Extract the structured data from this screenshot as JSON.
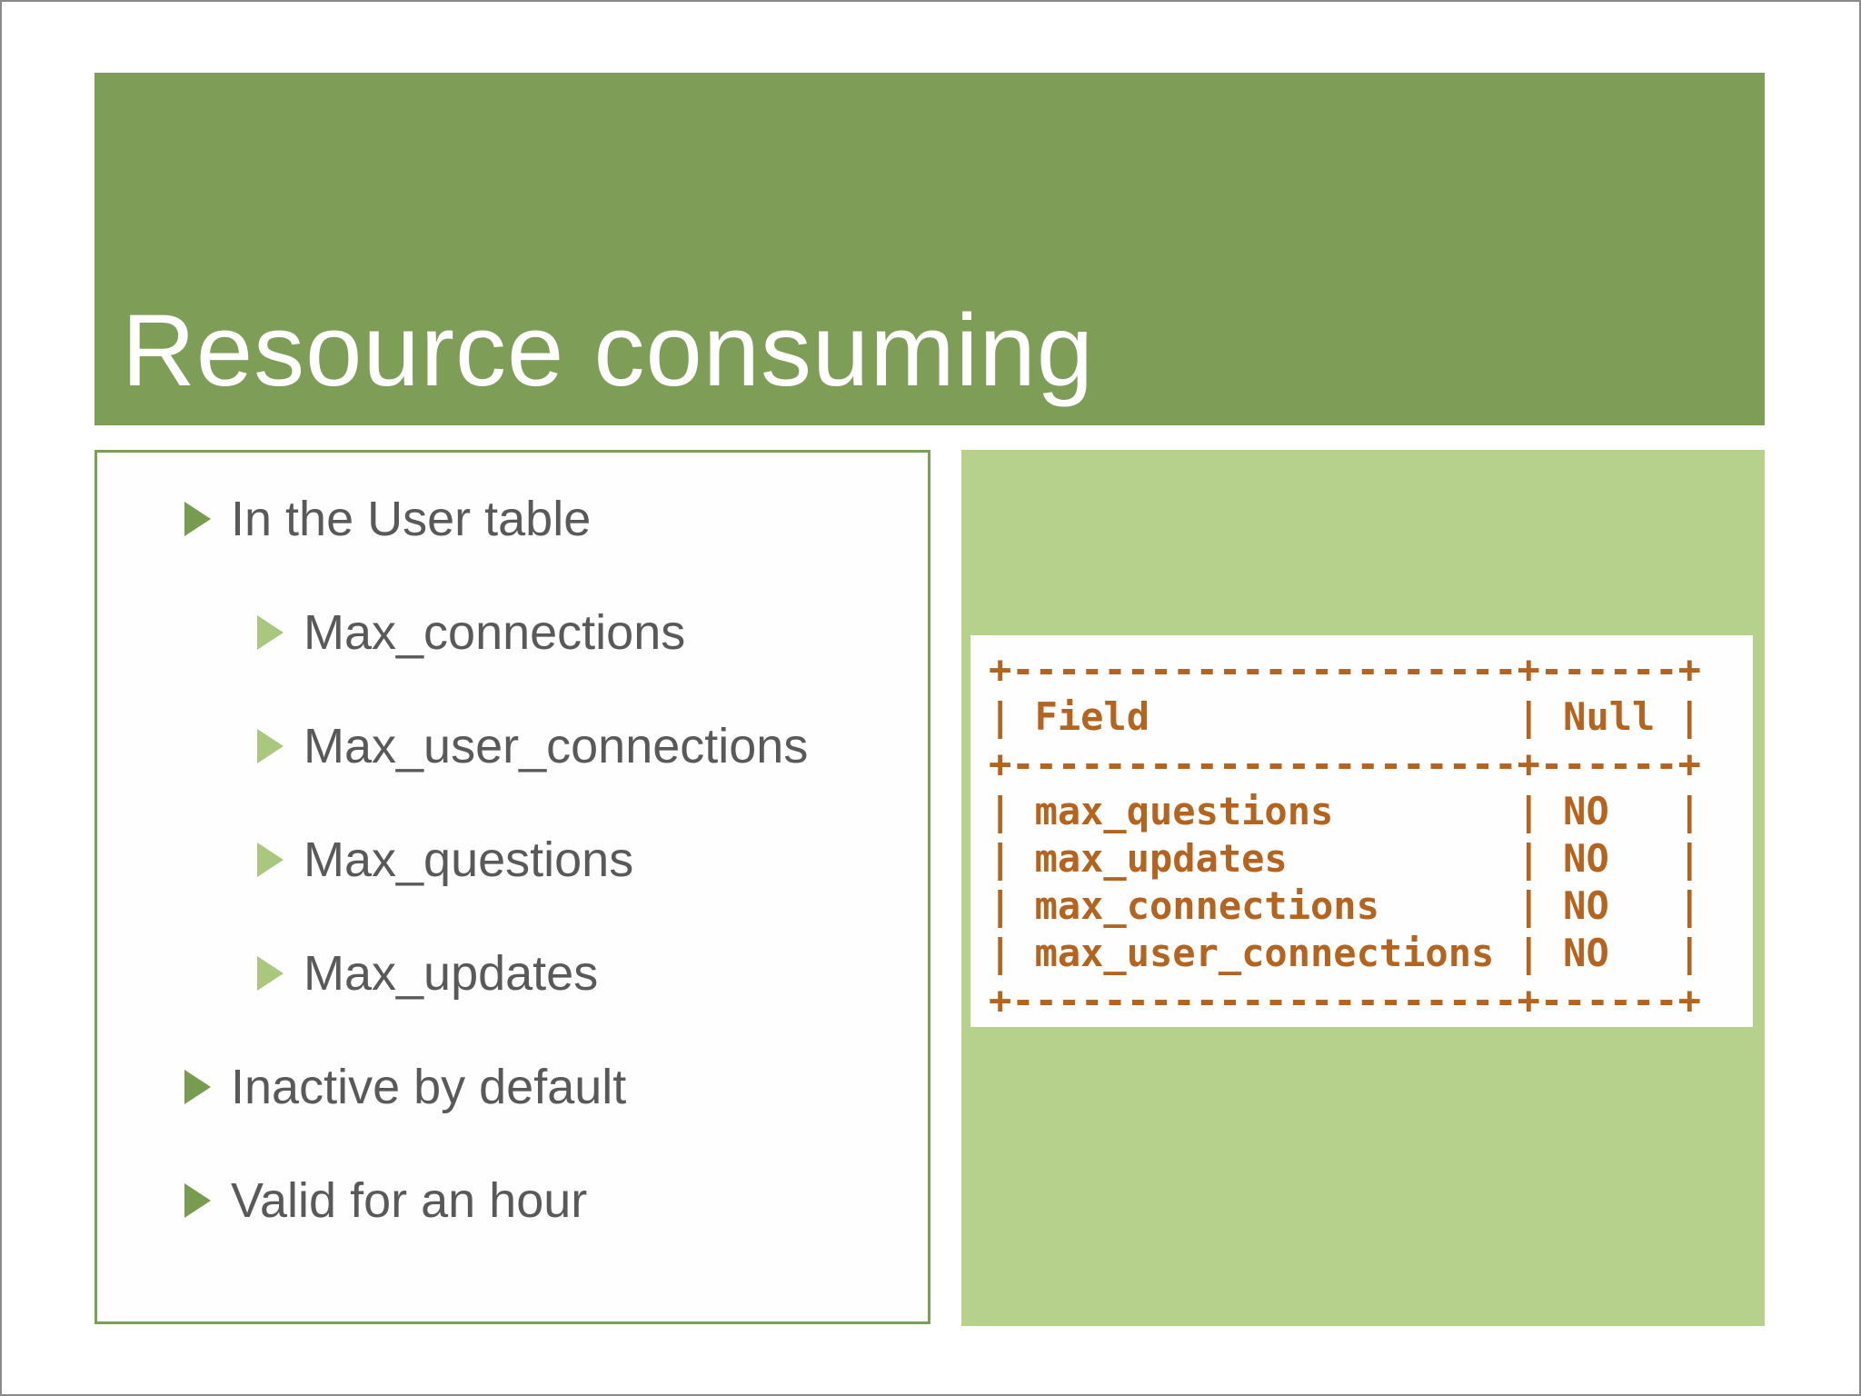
{
  "slide": {
    "title": "Resource consuming",
    "bullets": [
      {
        "level": 1,
        "text": "In the User table"
      },
      {
        "level": 2,
        "text": "Max_connections"
      },
      {
        "level": 2,
        "text": "Max_user_connections"
      },
      {
        "level": 2,
        "text": "Max_questions"
      },
      {
        "level": 2,
        "text": "Max_updates"
      },
      {
        "level": 1,
        "text": "Inactive by default"
      },
      {
        "level": 1,
        "text": "Valid for an hour"
      }
    ],
    "terminal": {
      "lines": [
        "+----------------------+------+",
        "| Field                | Null |",
        "+----------------------+------+",
        "| max_questions        | NO   |",
        "| max_updates          | NO   |",
        "| max_connections      | NO   |",
        "| max_user_connections | NO   |",
        "+----------------------+------+"
      ]
    },
    "colors": {
      "header_green": "#7e9e57",
      "panel_green": "#b5d18b",
      "border_green": "#7ba053",
      "bullet_level1_green": "#789c4f",
      "bullet_level2_green": "#a9c87e",
      "text_gray": "#595959",
      "code_orange": "#b4641e",
      "slide_border_gray": "#8a8a8a"
    }
  }
}
